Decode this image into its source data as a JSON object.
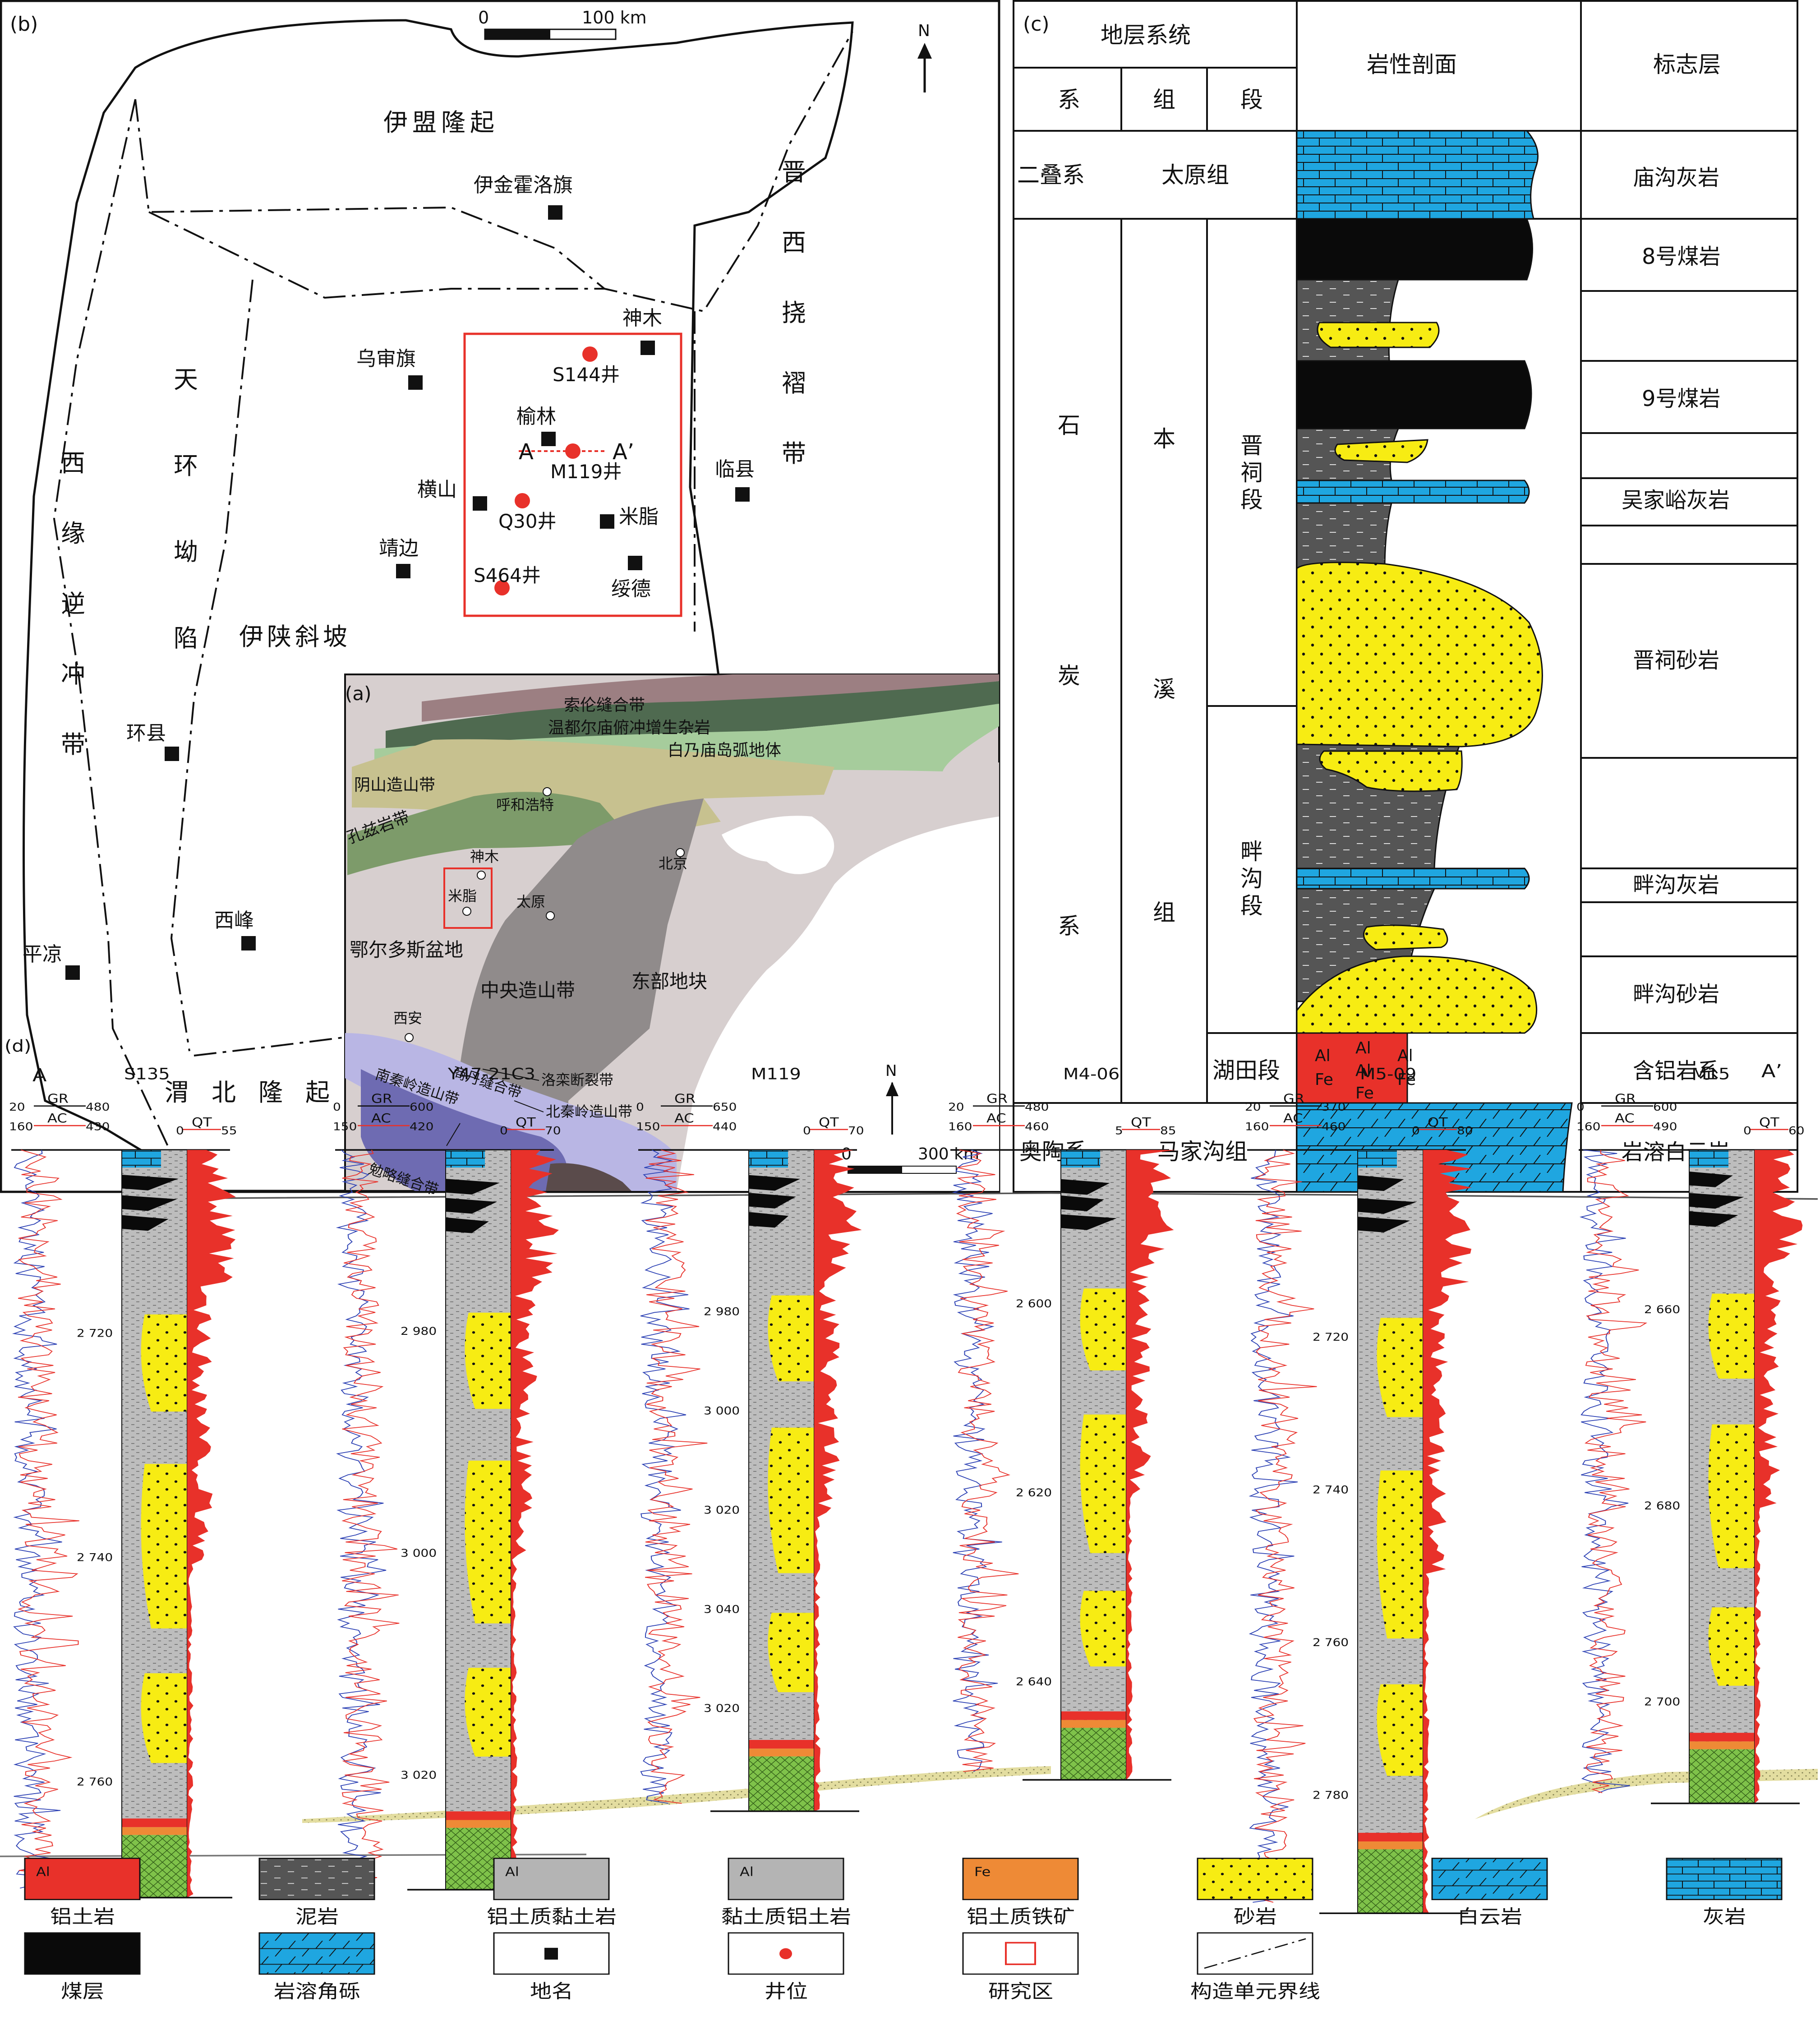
{
  "panel_b": {
    "label": "(b)",
    "scale_zero": "0",
    "scale_max": "100 km",
    "north": "N",
    "regions": [
      "伊盟隆起",
      "晋西挠褶带",
      "天环坳陷",
      "西缘逆冲带",
      "伊陕斜坡",
      "渭北隆起"
    ],
    "places": [
      "伊金霍洛旗",
      "神木",
      "乌审旗",
      "榆林",
      "临县",
      "横山",
      "米脂",
      "靖边",
      "绥德",
      "环县",
      "西峰",
      "平凉"
    ],
    "wells": [
      "S144井",
      "M119井",
      "Q30井",
      "S464井"
    ],
    "section_a": "A",
    "section_a2": "A’"
  },
  "panel_a": {
    "label": "(a)",
    "zones": [
      "索伦缝合带",
      "温都尔庙俯冲增生杂岩",
      "白乃庙岛弧地体",
      "阴山造山带",
      "孔兹岩带",
      "鄂尔多斯盆地",
      "中央造山带",
      "东部地块",
      "洛栾断裂带",
      "北秦岭造山带",
      "商丹缝合带",
      "南秦岭造山带",
      "勉略缝合带"
    ],
    "cities": [
      "呼和浩特",
      "神木",
      "米脂",
      "太原",
      "北京",
      "西安"
    ],
    "scale_zero": "0",
    "scale_max": "300 km",
    "north": "N"
  },
  "panel_c": {
    "label": "(c)",
    "header_system": "地层系统",
    "header_xi": "系",
    "header_zu": "组",
    "header_duan": "段",
    "header_lith": "岩性剖面",
    "header_marker": "标志层",
    "sys_permian": "二叠系",
    "fm_taiyuan": "太原组",
    "sys_carb": [
      "石",
      "炭",
      "系"
    ],
    "fm_benxi": [
      "本",
      "溪",
      "组"
    ],
    "mem_jinci": [
      "晋",
      "祠",
      "段"
    ],
    "mem_pangou": [
      "畔",
      "沟",
      "段"
    ],
    "mem_hutian": "湖田段",
    "sys_ordo": "奥陶系",
    "fm_majiagou": "马家沟组",
    "markers": [
      "庙沟灰岩",
      "8号煤岩",
      "9号煤岩",
      "吴家峪灰岩",
      "晋祠砂岩",
      "畔沟灰岩",
      "畔沟砂岩",
      "含铝岩系",
      "岩溶白云岩"
    ]
  },
  "panel_d": {
    "label": "(d)",
    "end_a": "A",
    "end_a2": "A’",
    "wells": [
      {
        "name": "S135",
        "gr": [
          "20",
          "480"
        ],
        "ac": [
          "160",
          "430"
        ],
        "qt": [
          "0",
          "55"
        ],
        "depths": [
          "2 720",
          "2 740",
          "2 760"
        ]
      },
      {
        "name": "Y47-21C3",
        "gr": [
          "0",
          "600"
        ],
        "ac": [
          "150",
          "420"
        ],
        "qt": [
          "0",
          "70"
        ],
        "depths": [
          "2 980",
          "3 000",
          "3 020"
        ]
      },
      {
        "name": "M119",
        "gr": [
          "0",
          "650"
        ],
        "ac": [
          "150",
          "440"
        ],
        "qt": [
          "0",
          "70"
        ],
        "depths": [
          "2 980",
          "3 000",
          "3 020",
          "3 040",
          "3 020"
        ]
      },
      {
        "name": "M4-06",
        "gr": [
          "20",
          "480"
        ],
        "ac": [
          "160",
          "460"
        ],
        "qt": [
          "5",
          "85"
        ],
        "depths": [
          "2 600",
          "2 620",
          "2 640"
        ]
      },
      {
        "name": "M5-09",
        "gr": [
          "20",
          "370"
        ],
        "ac": [
          "160",
          "460"
        ],
        "qt": [
          "0",
          "80"
        ],
        "depths": [
          "2 720",
          "2 740",
          "2 760",
          "2 780"
        ]
      },
      {
        "name": "M15",
        "gr": [
          "0",
          "600"
        ],
        "ac": [
          "160",
          "490"
        ],
        "qt": [
          "0",
          "60"
        ],
        "depths": [
          "2 660",
          "2 680",
          "2 700"
        ]
      }
    ],
    "log_names": {
      "gr": "GR",
      "ac": "AC",
      "qt": "QT"
    }
  },
  "legend": {
    "items": [
      "铝土岩",
      "泥岩",
      "铝土质黏土岩",
      "黏土质铝土岩",
      "铝土质铁矿",
      "砂岩",
      "白云岩",
      "灰岩",
      "煤层",
      "岩溶角砾",
      "地名",
      "井位",
      "研究区",
      "构造单元界线"
    ],
    "sym_al": "Al",
    "sym_fe": "Fe"
  },
  "colors": {
    "red": "#e8312a",
    "yellow": "#f7ec13",
    "blue": "#1fa6e0",
    "coal": "#0a0a0a",
    "mud": "#555555",
    "gray": "#b4b4b4",
    "orange": "#ee8a36",
    "green": "#7fc24a"
  }
}
